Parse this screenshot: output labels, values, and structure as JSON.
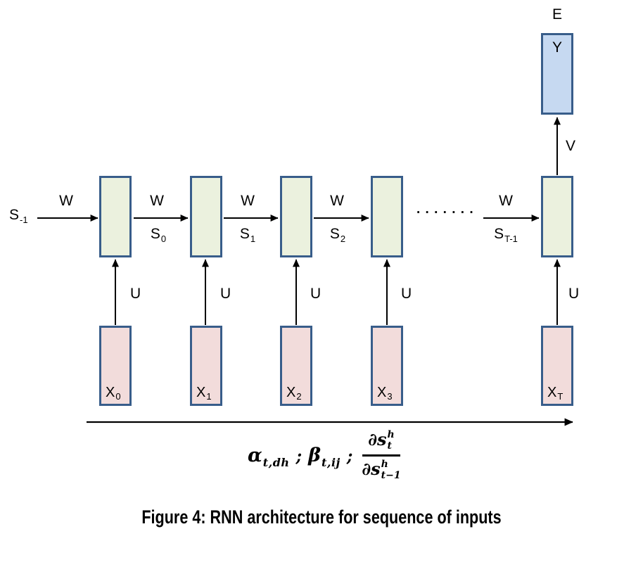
{
  "figure": {
    "caption": "Figure 4: RNN architecture for sequence of inputs"
  },
  "labels": {
    "initial_state": {
      "base": "S",
      "sub": "-1"
    },
    "error": "E",
    "output_box": "Y",
    "v_weight": "V",
    "ellipsis": ". . . . . . ."
  },
  "w_labels": [
    "W",
    "W",
    "W",
    "W",
    "W"
  ],
  "s_labels": [
    {
      "base": "S",
      "sub": "0"
    },
    {
      "base": "S",
      "sub": "1"
    },
    {
      "base": "S",
      "sub": "2"
    },
    {
      "base": "S",
      "sub": "T-1"
    }
  ],
  "u_labels": [
    "U",
    "U",
    "U",
    "U",
    "U"
  ],
  "x_labels": [
    {
      "base": "X",
      "sub": "0"
    },
    {
      "base": "X",
      "sub": "1"
    },
    {
      "base": "X",
      "sub": "2"
    },
    {
      "base": "X",
      "sub": "3"
    },
    {
      "base": "X",
      "sub": "T"
    }
  ],
  "formula": {
    "alpha_base": "α",
    "alpha_sub": "t,dh",
    "sep1": ";",
    "beta_base": "β",
    "beta_sub": "t,ij",
    "sep2": ";",
    "frac": {
      "num_base": "∂s",
      "num_sup": "h",
      "num_sub": "t",
      "den_base": "∂s",
      "den_sup": "h",
      "den_sub": "t−1"
    }
  },
  "colors": {
    "hidden_fill": "#EBF1DE",
    "input_fill": "#F2DCDB",
    "output_fill": "#C6D9F1",
    "box_border": "#385D8A",
    "arrow": "#000000"
  }
}
